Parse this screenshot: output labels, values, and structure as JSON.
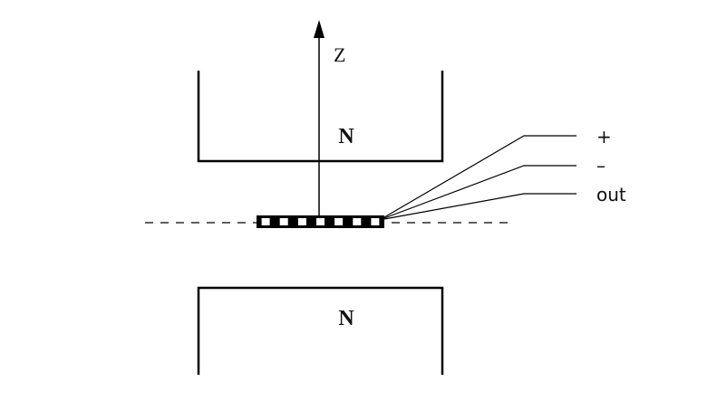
{
  "diagram": {
    "axis_label": "Z",
    "top_magnet_label": "N",
    "bottom_magnet_label": "N",
    "wire_labels": {
      "plus": "+",
      "minus": "–",
      "out": "out"
    },
    "sensor_segment_count": 7,
    "colors": {
      "line": "#000000",
      "background": "#ffffff"
    }
  }
}
